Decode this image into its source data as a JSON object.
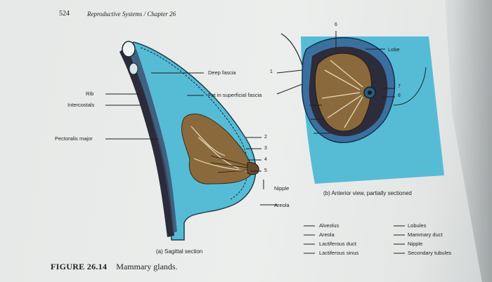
{
  "header": {
    "page_number": "524",
    "running_title": "Reproductive Systems / Chapter 26"
  },
  "sagittal_labels": {
    "deep_fascia": "Deep fascia",
    "rib": "Rib",
    "intercostals": "Intercostals",
    "fat_superficial_fascia": "Fat in superficial fascia",
    "pectoralis_major": "Pectoralis major",
    "nipple": "Nipple",
    "areola": "Areola"
  },
  "anterior_labels": {
    "lobe": "Lobe"
  },
  "numbers": {
    "n1": "1",
    "n2": "2",
    "n3": "3",
    "n4": "4",
    "n5": "5",
    "n6": "6",
    "n7": "7",
    "n8": "8"
  },
  "captions": {
    "sagittal": "(a) Sagittal section",
    "anterior": "(b) Anterior view, partially sectioned"
  },
  "key": {
    "left": [
      "Alveolus",
      "Areola",
      "Lactiferous duct",
      "Lactiferous sinus"
    ],
    "right": [
      "Lobules",
      "Mammary duct",
      "Nipple",
      "Secondary tubules"
    ]
  },
  "figure": {
    "label": "FIGURE 26.14",
    "title": "Mammary glands."
  },
  "colors": {
    "tissue_blue": "#56bcd6",
    "gland_brown": "#8a6a3c",
    "muscle_dark": "#2b2b3a"
  }
}
